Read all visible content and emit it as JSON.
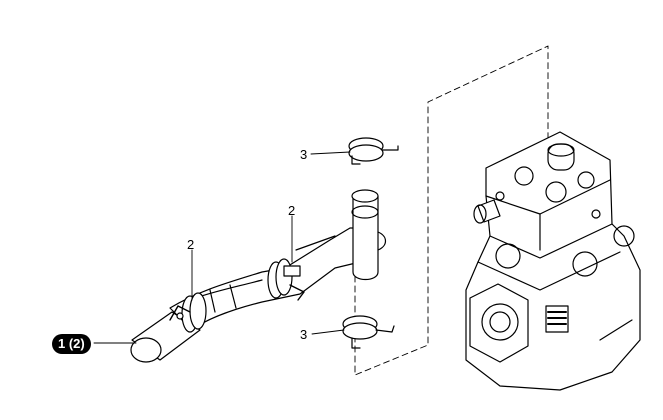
{
  "callouts": {
    "part_1": "1 (2)",
    "part_2_left": "2",
    "part_2_right": "2",
    "part_3_top": "3",
    "part_3_bottom": "3"
  }
}
